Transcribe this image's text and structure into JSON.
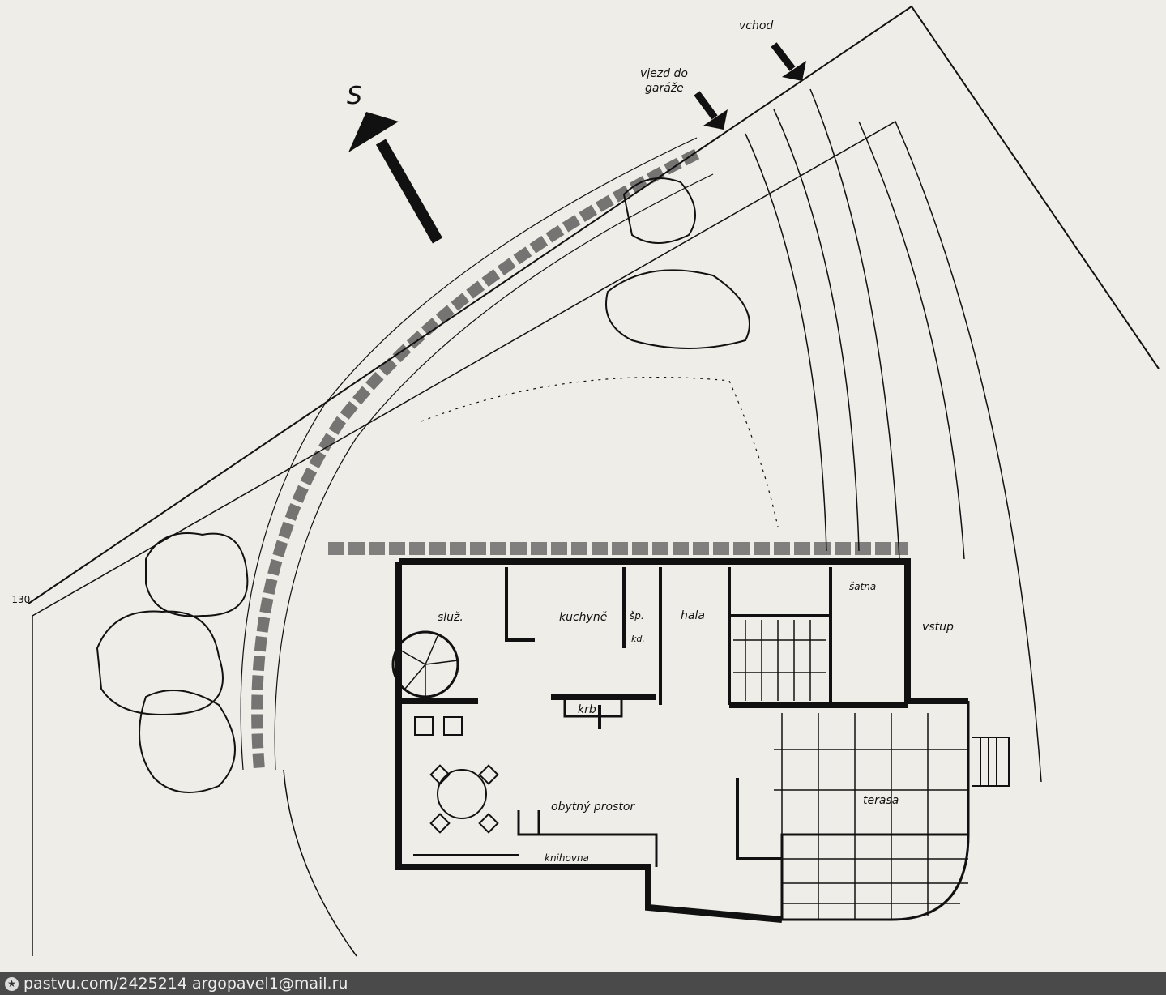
{
  "plan": {
    "north_label": "S",
    "entrance_label": "vchod",
    "garage_entry_label_line1": "vjezd do",
    "garage_entry_label_line2": "garáže",
    "elevation_label": "-130",
    "rooms": {
      "service": "služ.",
      "kitchen": "kuchyně",
      "pantry": "šp.",
      "laundry": "kd.",
      "hall": "hala",
      "cloakroom": "šatna",
      "entry": "vstup",
      "fireplace": "krb",
      "living": "obytný prostor",
      "terrace": "terasa",
      "library": "knihovna"
    }
  },
  "footer": {
    "icon": "star-icon",
    "text": "pastvu.com/2425214  argopavel1@mail.ru"
  }
}
